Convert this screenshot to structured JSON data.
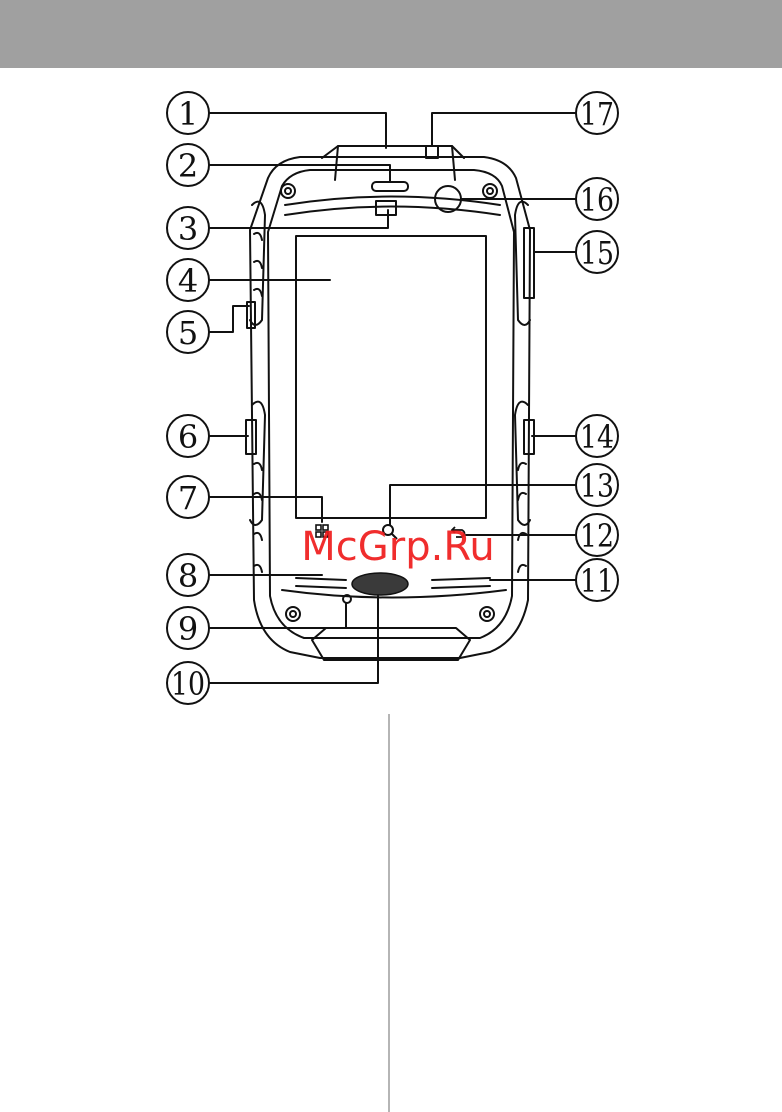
{
  "header": {
    "background": "#a0a0a0"
  },
  "callouts": [
    "1",
    "2",
    "3",
    "4",
    "5",
    "6",
    "7",
    "8",
    "9",
    "10",
    "11",
    "12",
    "13",
    "14",
    "15",
    "16",
    "17"
  ],
  "watermark": "McGrp.Ru",
  "colors": {
    "line": "#111111",
    "watermark": "#ef1c1c",
    "divider": "#b5b5b5"
  }
}
